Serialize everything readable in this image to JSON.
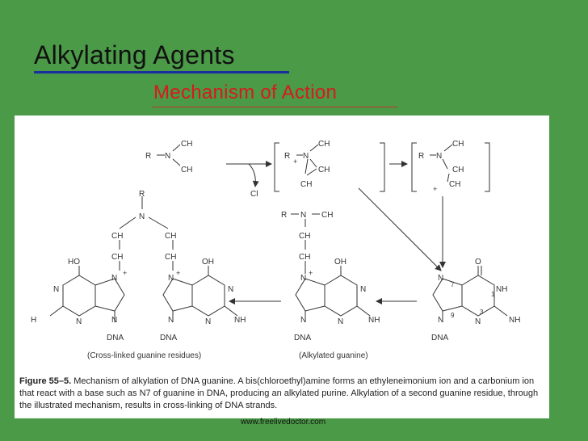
{
  "slide": {
    "title": "Alkylating Agents",
    "subtitle": "Mechanism of Action",
    "footer": "www.freelivedoctor.com",
    "accent_colors": {
      "background": "#4a9a47",
      "subtitle": "#d81a1a",
      "underline": "#1a2fa0"
    }
  },
  "figure": {
    "caption_label": "Figure 55–5.",
    "caption_text": "Mechanism of alkylation of DNA guanine. A bis(chloroethyl)amine forms an ethyleneimonium ion and a carbonium ion that react with a base such as N7 of guanine in DNA, producing an alkylated purine. Alkylation of a second guanine residue, through the illustrated mechanism, results in cross-linking of DNA strands.",
    "labels": {
      "crosslinked": "(Cross-linked guanine residues)",
      "alkylated": "(Alkylated guanine)",
      "r": "R",
      "n": "N",
      "nh": "NH",
      "ch2": "CH",
      "ch2cl": "CH",
      "cl_minus": "Cl",
      "oh": "OH",
      "ho": "HO",
      "o": "O",
      "dna": "DNA",
      "nh2": "NH",
      "h2n": "H",
      "plus": "+",
      "n7": "7",
      "n1": "1",
      "n9": "9",
      "n3": "3"
    }
  }
}
